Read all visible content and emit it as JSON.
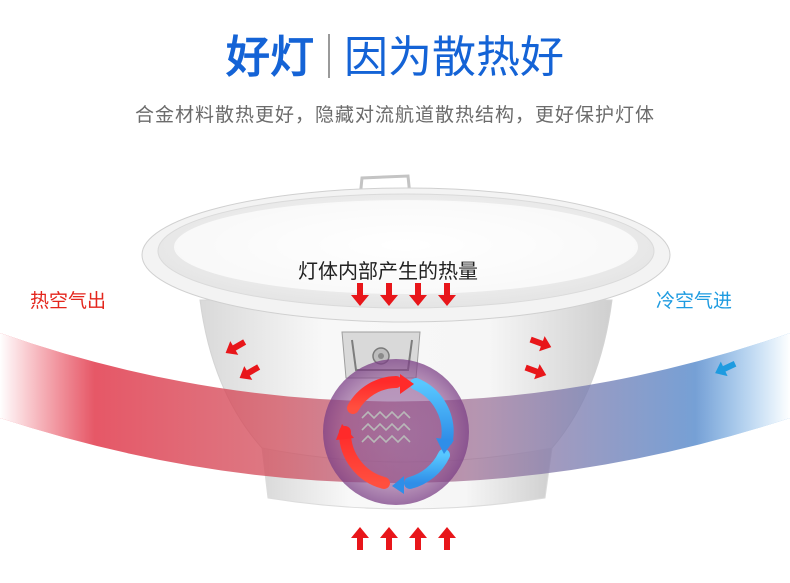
{
  "header": {
    "title_strong": "好灯",
    "title_light": "因为散热好",
    "subtitle": "合金材料散热更好，隐藏对流航道散热结构，更好保护灯体"
  },
  "labels": {
    "hot_air_out": "热空气出",
    "cold_air_in": "冷空气进",
    "internal_heat": "灯体内部产生的热量"
  },
  "colors": {
    "title_blue": "#1463d6",
    "hot_red": "#e4261d",
    "cold_blue": "#1e9be0"
  }
}
